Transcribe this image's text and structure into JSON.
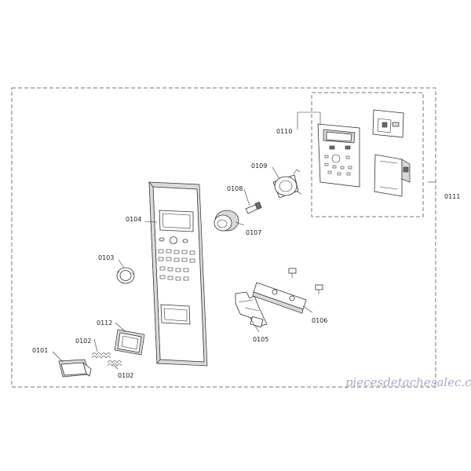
{
  "diagram": {
    "part_labels": {
      "p0101": "0101",
      "p0102a": "0102",
      "p0102b": "0102",
      "p0103": "0103",
      "p0104": "0104",
      "p0105": "0105",
      "p0106": "0106",
      "p0107": "0107",
      "p0108": "0108",
      "p0109": "0109",
      "p0110": "0110",
      "p0111": "0111",
      "p0112": "0112"
    },
    "watermark": "piecesdetachesalec.com"
  }
}
